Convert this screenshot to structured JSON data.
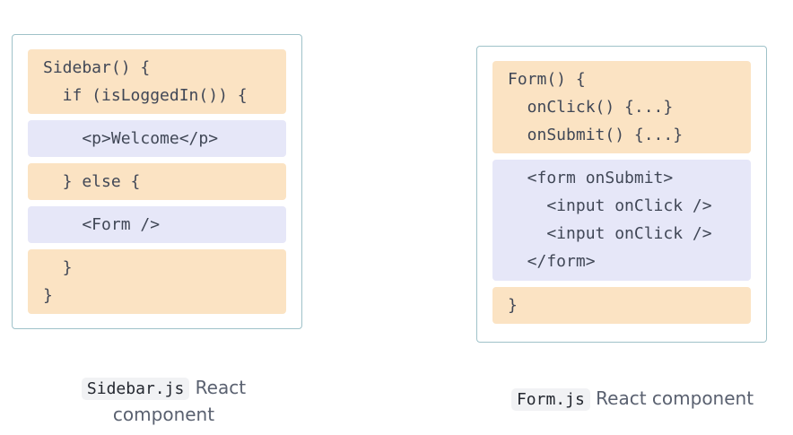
{
  "sidebar_panel": {
    "blocks": [
      {
        "kind": "component",
        "lines": [
          "Sidebar() {",
          "  if (isLoggedIn()) {"
        ]
      },
      {
        "kind": "markup",
        "lines": [
          "    <p>Welcome</p>"
        ]
      },
      {
        "kind": "component",
        "lines": [
          "  } else {"
        ]
      },
      {
        "kind": "markup",
        "lines": [
          "    <Form />"
        ]
      },
      {
        "kind": "component",
        "lines": [
          "  }",
          "}"
        ]
      }
    ],
    "caption_file": "Sidebar.js",
    "caption_text": " React component"
  },
  "form_panel": {
    "blocks": [
      {
        "kind": "component",
        "lines": [
          "Form() {",
          "  onClick() {...}",
          "  onSubmit() {...}"
        ]
      },
      {
        "kind": "markup",
        "lines": [
          "  <form onSubmit>",
          "    <input onClick />",
          "    <input onClick />",
          "  </form>"
        ]
      },
      {
        "kind": "component",
        "lines": [
          "}"
        ]
      }
    ],
    "caption_file": "Form.js",
    "caption_text": " React component"
  },
  "colors": {
    "component_block": "#fbe3c3",
    "markup_block": "#e6e7f8",
    "panel_border": "#9fc2c9",
    "code_text": "#404756"
  }
}
